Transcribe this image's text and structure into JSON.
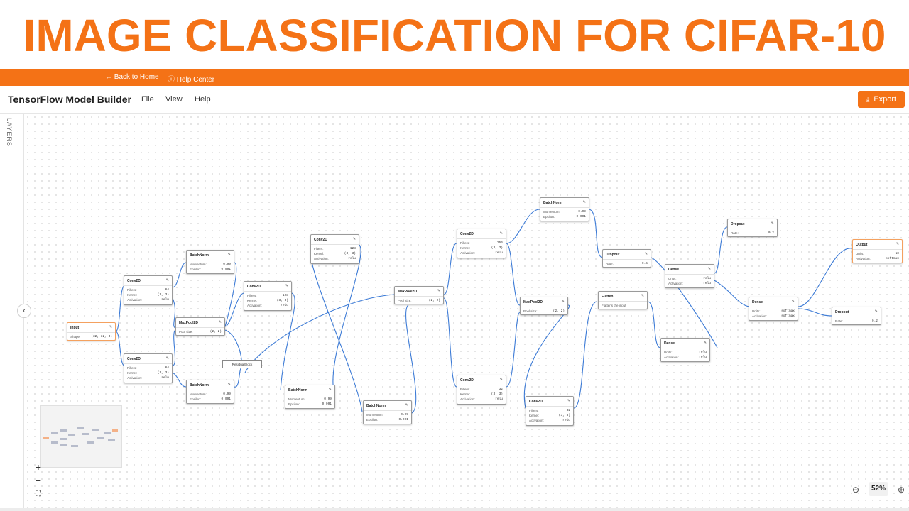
{
  "banner": {
    "title": "IMAGE CLASSIFICATION FOR CIFAR-10",
    "color": "#f47216"
  },
  "topbar": {
    "back_label": "← Back to Home",
    "help_label": "ⓘ Help Center"
  },
  "app": {
    "title": "TensorFlow Model Builder",
    "menu": [
      "File",
      "View",
      "Help"
    ],
    "export_label": "Export",
    "export_icon": "download-icon"
  },
  "sidebar": {
    "layers_label": "LAYERS",
    "collapse_icon": "chevron-left-icon"
  },
  "nodes": [
    {
      "id": "input",
      "title": "Input",
      "rows": [
        [
          "Shape:",
          "(32, 32, 3)"
        ]
      ]
    },
    {
      "id": "conv1a",
      "title": "Conv2D",
      "rows": [
        [
          "Filters:",
          "64"
        ],
        [
          "Kernel:",
          "(3, 3)"
        ],
        [
          "Activation:",
          "relu"
        ]
      ]
    },
    {
      "id": "conv1b",
      "title": "Conv2D",
      "rows": [
        [
          "Filters:",
          "64"
        ],
        [
          "Kernel:",
          "(3, 3)"
        ],
        [
          "Activation:",
          "relu"
        ]
      ]
    },
    {
      "id": "bn1a",
      "title": "BatchNorm",
      "rows": [
        [
          "Momentum:",
          "0.99"
        ],
        [
          "Epsilon:",
          "0.001"
        ]
      ]
    },
    {
      "id": "pool1",
      "title": "MaxPool2D",
      "rows": [
        [
          "Pool size:",
          "(2, 2)"
        ]
      ]
    },
    {
      "id": "bn1b",
      "title": "BatchNorm",
      "rows": [
        [
          "Momentum:",
          "0.99"
        ],
        [
          "Epsilon:",
          "0.001"
        ]
      ]
    },
    {
      "id": "conv2a",
      "title": "Conv2D",
      "rows": [
        [
          "Filters:",
          "128"
        ],
        [
          "Kernel:",
          "(3, 3)"
        ],
        [
          "Activation:",
          "relu"
        ]
      ]
    },
    {
      "id": "conv2b",
      "title": "Conv2D",
      "rows": [
        [
          "Filters:",
          "128"
        ],
        [
          "Kernel:",
          "(3, 3)"
        ],
        [
          "Activation:",
          "relu"
        ]
      ]
    },
    {
      "id": "bn2a",
      "title": "BatchNorm",
      "rows": [
        [
          "Momentum:",
          "0.99"
        ],
        [
          "Epsilon:",
          "0.001"
        ]
      ]
    },
    {
      "id": "bn2b",
      "title": "BatchNorm",
      "rows": [
        [
          "Momentum:",
          "0.99"
        ],
        [
          "Epsilon:",
          "0.001"
        ]
      ]
    },
    {
      "id": "pool2",
      "title": "MaxPool2D",
      "rows": [
        [
          "Pool size:",
          "(2, 2)"
        ]
      ]
    },
    {
      "id": "conv3a",
      "title": "Conv2D",
      "rows": [
        [
          "Filters:",
          "256"
        ],
        [
          "Kernel:",
          "(3, 3)"
        ],
        [
          "Activation:",
          "relu"
        ]
      ]
    },
    {
      "id": "conv3b",
      "title": "Conv2D",
      "rows": [
        [
          "Filters:",
          "32"
        ],
        [
          "Kernel:",
          "(3, 3)"
        ],
        [
          "Activation:",
          "relu"
        ]
      ]
    },
    {
      "id": "bn3",
      "title": "BatchNorm",
      "rows": [
        [
          "Momentum:",
          "0.99"
        ],
        [
          "Epsilon:",
          "0.001"
        ]
      ]
    },
    {
      "id": "pool3",
      "title": "MaxPool2D",
      "rows": [
        [
          "Pool size:",
          "(2, 2)"
        ]
      ]
    },
    {
      "id": "conv3c",
      "title": "Conv2D",
      "rows": [
        [
          "Filters:",
          "32"
        ],
        [
          "Kernel:",
          "(3, 3)"
        ],
        [
          "Activation:",
          "relu"
        ]
      ]
    },
    {
      "id": "drop1",
      "title": "Dropout",
      "rows": [
        [
          "Rate:",
          "0.5"
        ]
      ]
    },
    {
      "id": "flatten",
      "title": "Flatten",
      "desc": "Flattens the input"
    },
    {
      "id": "dense1",
      "title": "Dense",
      "rows": [
        [
          "Units:",
          "relu"
        ],
        [
          "Activation:",
          "relu"
        ]
      ]
    },
    {
      "id": "dense2",
      "title": "Dense",
      "rows": [
        [
          "Units:",
          "relu"
        ],
        [
          "Activation:",
          "relu"
        ]
      ]
    },
    {
      "id": "drop2",
      "title": "Dropout",
      "rows": [
        [
          "Rate:",
          "0.2"
        ]
      ]
    },
    {
      "id": "dense3",
      "title": "Dense",
      "rows": [
        [
          "Units:",
          "softmax"
        ],
        [
          "Activation:",
          "softmax"
        ]
      ]
    },
    {
      "id": "output",
      "title": "Output",
      "rows": [
        [
          "Units:",
          "10"
        ],
        [
          "Activation:",
          "softmax"
        ]
      ]
    },
    {
      "id": "drop3",
      "title": "Dropout",
      "rows": [
        [
          "Rate:",
          "0.2"
        ]
      ]
    }
  ],
  "residual": {
    "label": "ResidualBlock"
  },
  "controls": {
    "zoom_in": "+",
    "zoom_out": "−",
    "fit": "⛶"
  },
  "zoom": {
    "value": "52%"
  },
  "colors": {
    "accent": "#f47216",
    "edge": "#3d7bd6",
    "node_border": "#9a9a9a"
  }
}
